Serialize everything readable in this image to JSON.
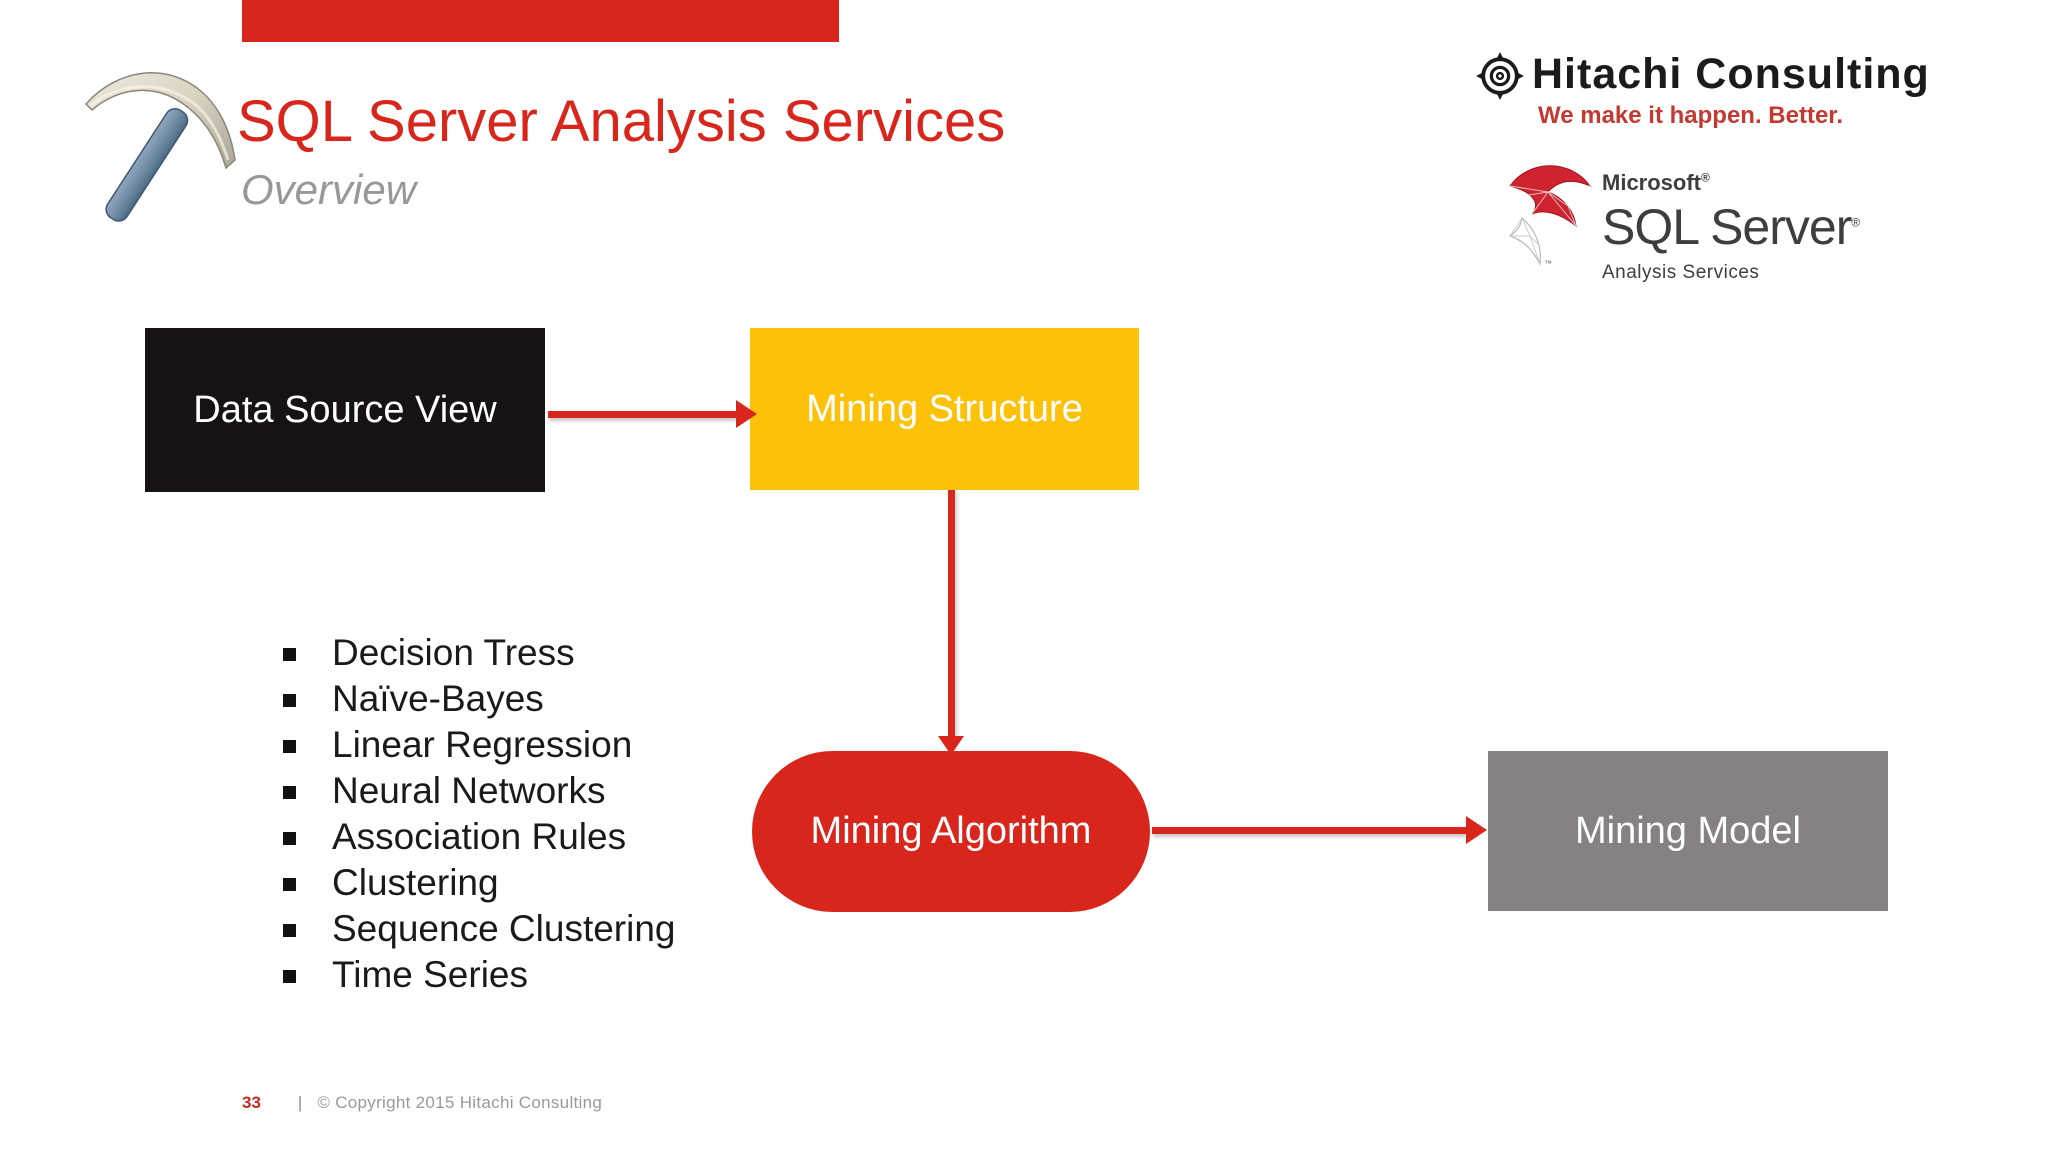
{
  "header": {
    "title": "SQL Server Analysis Services",
    "subtitle": "Overview"
  },
  "branding": {
    "hitachi": {
      "name": "Hitachi Consulting",
      "tagline": "We make it happen. Better."
    },
    "sql_server": {
      "vendor": "Microsoft",
      "vendor_mark": "®",
      "product": "SQL Server",
      "product_mark": "®",
      "subtitle": "Analysis Services",
      "tm": "™"
    }
  },
  "icons": {
    "pickaxe": "pickaxe-icon",
    "hitachi_mark": "compass-circle-icon",
    "sql_server_swoosh": "sql-server-fin-icon",
    "list_bullet": "square-bullet-icon"
  },
  "diagram": {
    "nodes": {
      "data_source_view": {
        "label": "Data Source View",
        "shape": "rect",
        "color": "#161216"
      },
      "mining_structure": {
        "label": "Mining Structure",
        "shape": "rect",
        "color": "#fcc20a"
      },
      "mining_algorithm": {
        "label": "Mining Algorithm",
        "shape": "stadium",
        "color": "#d8261d"
      },
      "mining_model": {
        "label": "Mining Model",
        "shape": "rect",
        "color": "#868284"
      }
    },
    "edges": [
      {
        "from": "data_source_view",
        "to": "mining_structure",
        "direction": "right"
      },
      {
        "from": "mining_structure",
        "to": "mining_algorithm",
        "direction": "down"
      },
      {
        "from": "mining_algorithm",
        "to": "mining_model",
        "direction": "right"
      }
    ],
    "algorithms": [
      "Decision Tress",
      "Naïve-Bayes",
      "Linear Regression",
      "Neural Networks",
      "Association Rules",
      "Clustering",
      "Sequence Clustering",
      "Time Series"
    ]
  },
  "footer": {
    "page_number": "33",
    "separator": "|",
    "copyright": "© Copyright 2015 Hitachi Consulting"
  },
  "colors": {
    "accent_red": "#d8261d",
    "amber": "#fcc20a",
    "near_black": "#161216",
    "gray_box": "#868284",
    "subtitle_gray": "#98989a",
    "tagline_red": "#c23a31",
    "footer_gray": "#9a9a9a",
    "text_dark": "#1a1a1a"
  }
}
